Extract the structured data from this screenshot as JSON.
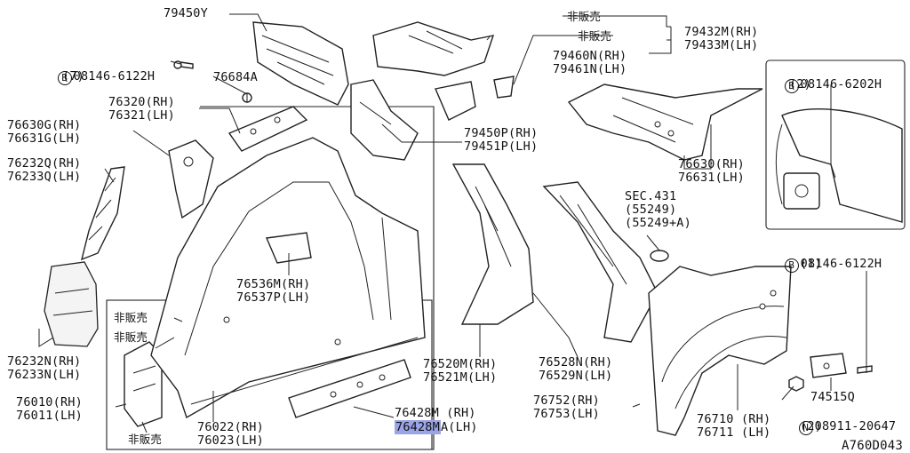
{
  "labels": {
    "p79450y": "79450Y",
    "bolt_top": "08146-6122H",
    "bolt_top_qty": "(7)",
    "p76684a": "76684A",
    "p76320": "76320(RH)",
    "p76321": "76321(LH)",
    "p76630g": "76630G(RH)",
    "p76631g": "76631G(LH)",
    "p76232q": "76232Q(RH)",
    "p76233q": "76233Q(LH)",
    "nonsale1": "非販売",
    "nonsale2": "非販売",
    "nonsale3": "非販売",
    "nonsale4": "非販売",
    "nonsale5": "非販売",
    "p76536m": "76536M(RH)",
    "p76537p": "76537P(LH)",
    "p76232n": "76232N(RH)",
    "p76233n": "76233N(LH)",
    "p76010": "76010(RH)",
    "p76011": "76011(LH)",
    "p76022": "76022(RH)",
    "p76023": "76023(LH)",
    "p76428m": "76428M (RH)",
    "p76428ma_hl": "76428M",
    "p76428ma_rest": "A(LH)",
    "p79432m": "79432M(RH)",
    "p79433m": "79433M(LH)",
    "p79460n": "79460N(RH)",
    "p79461n": "79461N(LH)",
    "p79450p": "79450P(RH)",
    "p79451p": "79451P(LH)",
    "p76520m": "76520M(RH)",
    "p76521m": "76521M(LH)",
    "p76528n": "76528N(RH)",
    "p76529n": "76529N(LH)",
    "p76752": "76752(RH)",
    "p76753": "76753(LH)",
    "sec431": "SEC.431",
    "p55249": "(55249)",
    "p55249a": "(55249+A)",
    "p76630": "76630(RH)",
    "p76631": "76631(LH)",
    "bolt_inset": "08146-6202H",
    "bolt_inset_qty": "(2)",
    "bolt_right": "08146-6122H",
    "bolt_right_qty": "(1)",
    "p74515q": "74515Q",
    "nut_right": "08911-20647",
    "nut_right_qty": "(2)",
    "p76710": "76710 (RH)",
    "p76711": "76711 (LH)",
    "circle_b": "B",
    "circle_n": "N",
    "diagram_ref": "A760D043"
  }
}
